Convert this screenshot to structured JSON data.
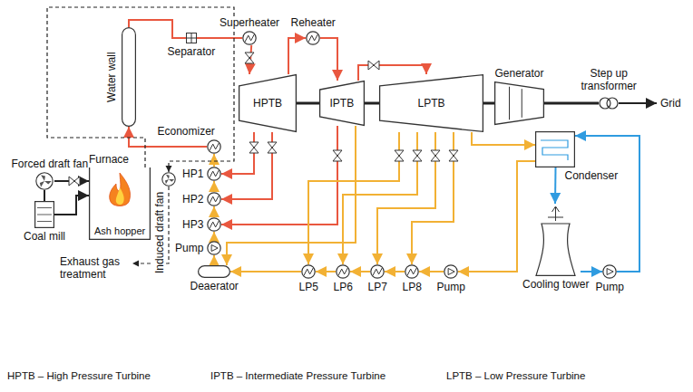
{
  "diagram": {
    "nodes": [
      {
        "text": [
          "Superheater"
        ]
      },
      {
        "text": [
          "Reheater"
        ]
      },
      {
        "text": [
          "Separator"
        ]
      },
      {
        "text": [
          "Water wall"
        ]
      },
      {
        "text": [
          "Economizer"
        ]
      },
      {
        "text": [
          "HPTB"
        ]
      },
      {
        "text": [
          "IPTB"
        ]
      },
      {
        "text": [
          "LPTB"
        ]
      },
      {
        "text": [
          "Generator"
        ]
      },
      {
        "text": [
          "Step up transformer"
        ]
      },
      {
        "text": [
          "Forced draft fan"
        ]
      },
      {
        "text": [
          "Furnace",
          "Ash hopper"
        ]
      },
      {
        "text": [
          "Coal mill"
        ]
      },
      {
        "text": [
          "Induced draft fan"
        ]
      },
      {
        "text": [
          "HP1"
        ]
      },
      {
        "text": [
          "HP2"
        ]
      },
      {
        "text": [
          "HP3"
        ]
      },
      {
        "text": [
          "Pump"
        ]
      },
      {
        "text": [
          "Deaerator"
        ]
      },
      {
        "text": [
          "LP5"
        ]
      },
      {
        "text": [
          "LP6"
        ]
      },
      {
        "text": [
          "LP7"
        ]
      },
      {
        "text": [
          "LP8"
        ]
      },
      {
        "text": [
          "Pump"
        ]
      },
      {
        "text": [
          "Condenser"
        ]
      },
      {
        "text": [
          "Cooling tower"
        ]
      },
      {
        "text": [
          "Pump"
        ]
      }
    ],
    "edges": [
      {
        "from": 3,
        "to": 2,
        "arrow": "none"
      },
      {
        "from": 2,
        "to": 0,
        "arrow": "none"
      },
      {
        "from": 0,
        "to": 5,
        "arrow": "to"
      },
      {
        "from": 5,
        "to": 1,
        "arrow": "to"
      },
      {
        "from": 1,
        "to": 6,
        "arrow": "to"
      },
      {
        "from": 6,
        "to": 7,
        "arrow": "to"
      },
      {
        "from": 5,
        "to": 6,
        "arrow": "none"
      },
      {
        "from": 6,
        "to": 7,
        "arrow": "none"
      },
      {
        "from": 7,
        "to": 8,
        "arrow": "none"
      },
      {
        "from": 8,
        "to": 9,
        "arrow": "none"
      },
      {
        "from": 5,
        "to": 14,
        "arrow": "to"
      },
      {
        "from": 5,
        "to": 15,
        "arrow": "to"
      },
      {
        "from": 6,
        "to": 16,
        "arrow": "to"
      },
      {
        "from": 6,
        "to": 18,
        "arrow": "to"
      },
      {
        "from": 7,
        "to": 19,
        "arrow": "to"
      },
      {
        "from": 7,
        "to": 20,
        "arrow": "to"
      },
      {
        "from": 7,
        "to": 21,
        "arrow": "to"
      },
      {
        "from": 7,
        "to": 22,
        "arrow": "to"
      },
      {
        "from": 7,
        "to": 24,
        "arrow": "to"
      },
      {
        "from": 24,
        "to": 23,
        "arrow": "to"
      },
      {
        "from": 23,
        "to": 22,
        "arrow": "to"
      },
      {
        "from": 22,
        "to": 21,
        "arrow": "to"
      },
      {
        "from": 21,
        "to": 20,
        "arrow": "to"
      },
      {
        "from": 20,
        "to": 19,
        "arrow": "to"
      },
      {
        "from": 19,
        "to": 18,
        "arrow": "to"
      },
      {
        "from": 18,
        "to": 17,
        "arrow": "to"
      },
      {
        "from": 17,
        "to": 16,
        "arrow": "to"
      },
      {
        "from": 16,
        "to": 15,
        "arrow": "to"
      },
      {
        "from": 15,
        "to": 14,
        "arrow": "to"
      },
      {
        "from": 14,
        "to": 4,
        "arrow": "to"
      },
      {
        "from": 4,
        "to": 3,
        "arrow": "to"
      },
      {
        "from": 24,
        "to": 25,
        "arrow": "to"
      },
      {
        "from": 25,
        "to": 26,
        "arrow": "to"
      },
      {
        "from": 26,
        "to": 24,
        "arrow": "to"
      },
      {
        "from": 10,
        "to": 11,
        "arrow": "to"
      },
      {
        "from": 10,
        "to": 12,
        "arrow": "none"
      },
      {
        "from": 12,
        "to": 11,
        "arrow": "to"
      },
      {
        "from": 11,
        "to": 13,
        "arrow": "to"
      }
    ],
    "labels": [
      "Grid",
      "Exhaust gas treatment",
      "HPTB – High Pressure Turbine",
      "IPTB – Intermediate Pressure Turbine",
      "LPTB – Low Pressure Turbine"
    ]
  }
}
